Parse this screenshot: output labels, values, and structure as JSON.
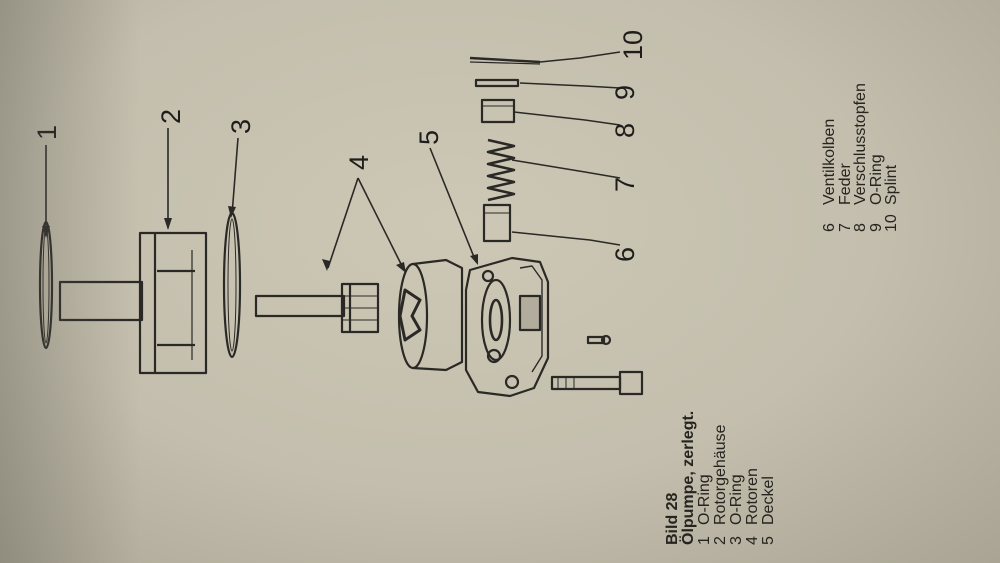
{
  "figure": {
    "title": "Bild 28",
    "subtitle": "Ölpumpe, zerlegt.",
    "callouts": [
      "1",
      "2",
      "3",
      "4",
      "5",
      "6",
      "7",
      "8",
      "9",
      "10"
    ],
    "legend_left": [
      {
        "num": "1",
        "label": "O-Ring"
      },
      {
        "num": "2",
        "label": "Rotorgehäuse"
      },
      {
        "num": "3",
        "label": "O-Ring"
      },
      {
        "num": "4",
        "label": "Rotoren"
      },
      {
        "num": "5",
        "label": "Deckel"
      }
    ],
    "legend_right": [
      {
        "num": "6",
        "label": "Ventilkolben"
      },
      {
        "num": "7",
        "label": "Feder"
      },
      {
        "num": "8",
        "label": "Verschlusstopfen"
      },
      {
        "num": "9",
        "label": "O-Ring"
      },
      {
        "num": "10",
        "label": "Splint"
      }
    ]
  }
}
